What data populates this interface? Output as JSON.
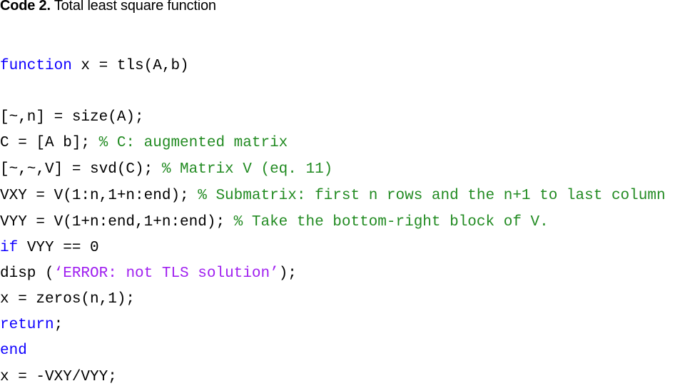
{
  "caption": {
    "label": "Code 2.",
    "title": " Total least square function"
  },
  "colors": {
    "keyword": "#0e00ff",
    "comment": "#228b22",
    "string": "#a020f0",
    "text": "#000000"
  },
  "code": {
    "language": "MATLAB",
    "lines": [
      {
        "kw": "function",
        "text": " x = tls(A,b)"
      },
      {
        "text": "[~,n] = size(A);"
      },
      {
        "text": "C = [A b]; ",
        "comment": "% C: augmented matrix"
      },
      {
        "text": "[~,~,V] = svd(C); ",
        "comment": "% Matrix V (eq. 11)"
      },
      {
        "text": "VXY = V(1:n,1+n:end); ",
        "comment": "% Submatrix: first n rows and the n+1 to last column"
      },
      {
        "text": "VYY = V(1+n:end,1+n:end); ",
        "comment": "% Take the bottom-right block of V."
      },
      {
        "kw": "if",
        "text": " VYY == 0"
      },
      {
        "text": "disp (",
        "string": "‘ERROR: not TLS solution’",
        "text2": ");"
      },
      {
        "text": "x = zeros(n,1);"
      },
      {
        "kw": "return",
        "text": ";"
      },
      {
        "kw": "end"
      },
      {
        "text": "x = -VXY/VYY;"
      }
    ]
  }
}
